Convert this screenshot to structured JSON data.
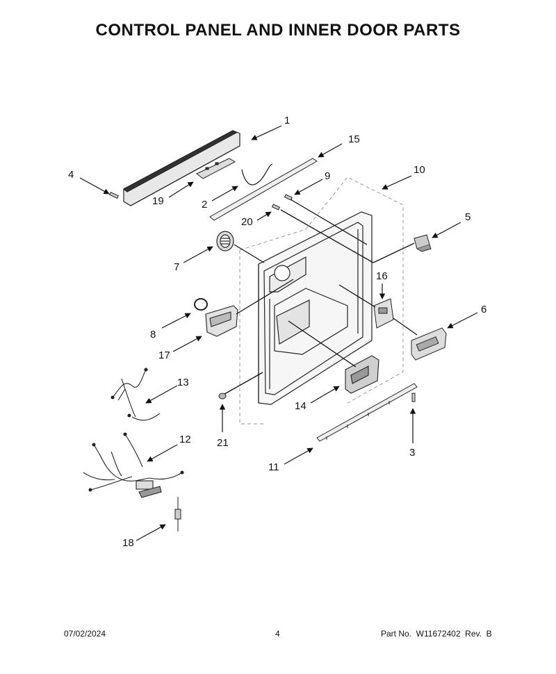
{
  "title": "CONTROL PANEL AND INNER DOOR PARTS",
  "callouts": [
    "1",
    "2",
    "3",
    "4",
    "5",
    "6",
    "7",
    "8",
    "9",
    "10",
    "11",
    "12",
    "13",
    "14",
    "15",
    "16",
    "17",
    "18",
    "19",
    "20",
    "21"
  ],
  "footer": {
    "date": "07/02/2024",
    "page": "4",
    "part": "Part No.  W11672402  Rev.  B"
  }
}
